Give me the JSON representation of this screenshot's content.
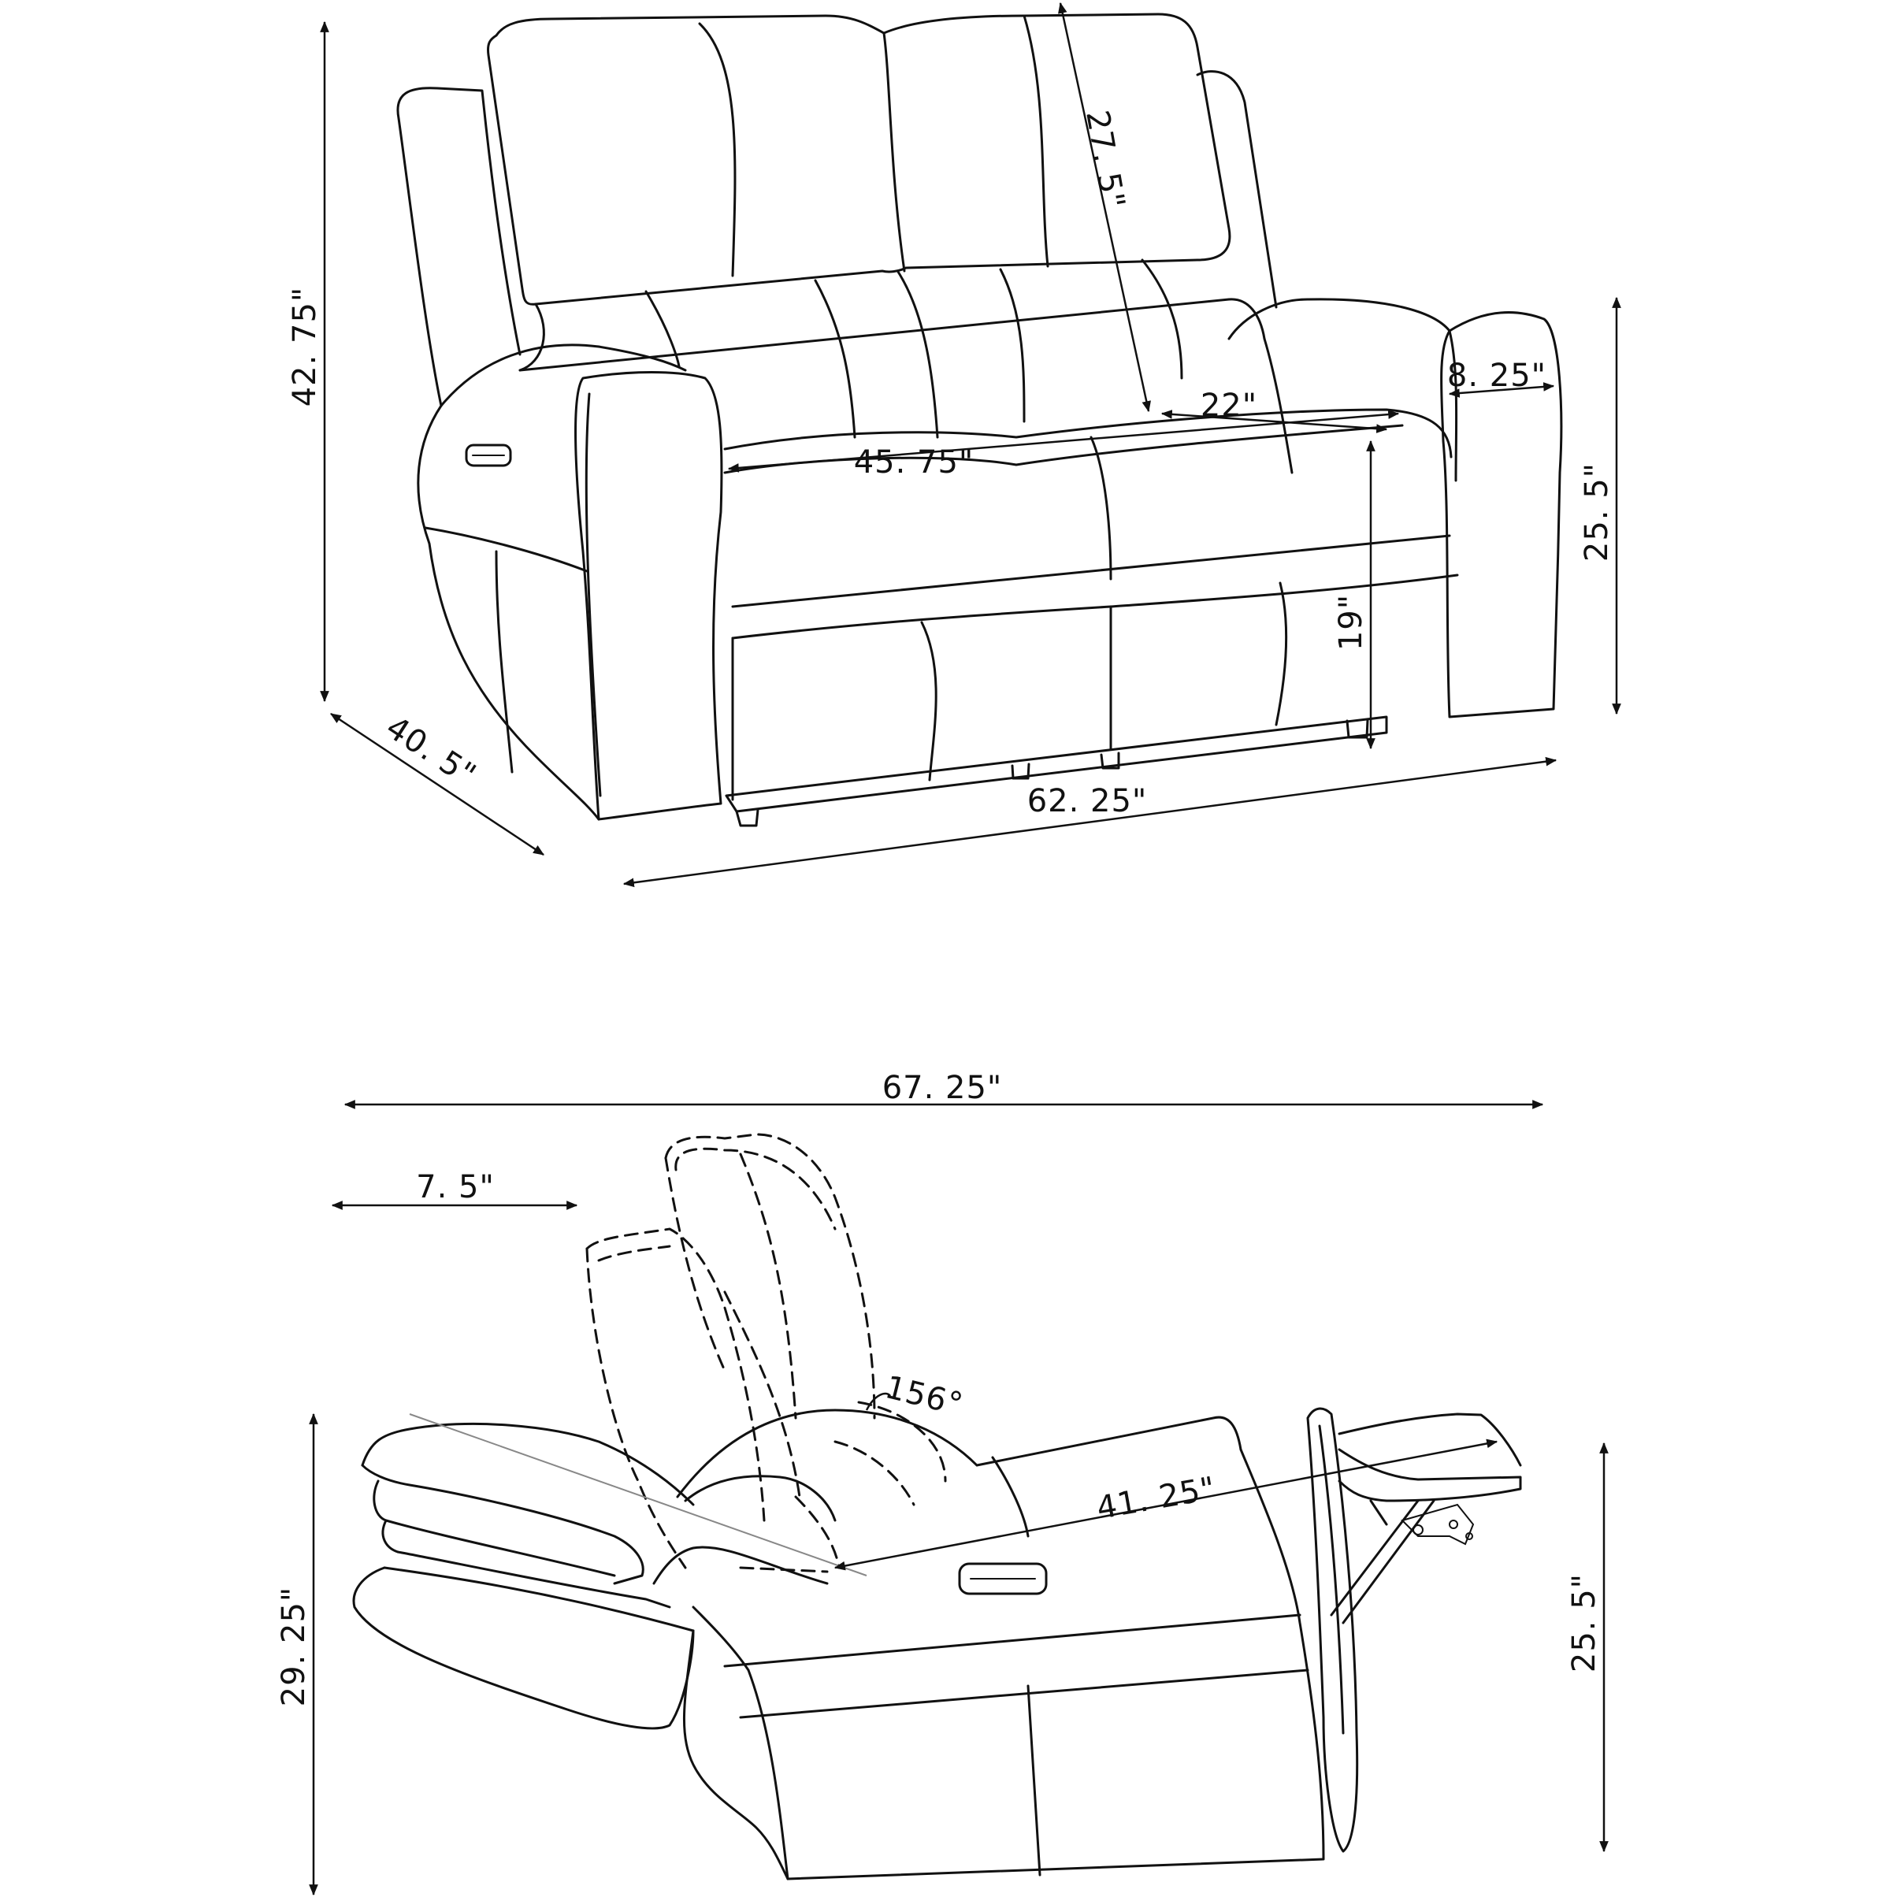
{
  "dimensions": {
    "overall_height": "42. 75\"",
    "back_height": "27. 5\"",
    "seat_depth": "22\"",
    "arm_width": "8. 25\"",
    "arm_height": "25. 5\"",
    "seat_width": "45. 75\"",
    "seat_height": "19\"",
    "depth": "40. 5\"",
    "overall_width": "62. 25\"",
    "reclined_length": "67. 25\"",
    "wall_clearance": "7. 5\"",
    "recline_angle": "156°",
    "reclined_seat_length": "41. 25\"",
    "reclined_height": "29. 25\"",
    "side_arm_height": "25. 5\""
  },
  "icons": {
    "front_control_panel": "power-recline-button-panel",
    "side_control_panel": "power-recline-button-panel"
  }
}
